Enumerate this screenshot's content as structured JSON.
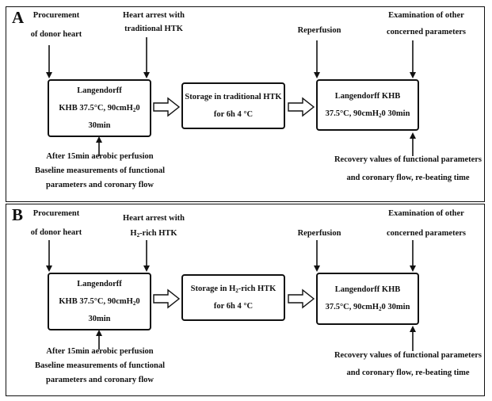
{
  "panels": [
    {
      "letter": "A",
      "top_left_lines": [
        "Procurement",
        "of donor heart"
      ],
      "arrest_lines_pre": "Heart arrest with",
      "arrest_line2": "traditional HTK",
      "box1": {
        "line1": "Langendorff",
        "line2a": "KHB 37.5°C, 90cmH",
        "line2sub": "2",
        "line2b": "0",
        "line3": "30min"
      },
      "box2": {
        "line1": "Storage in traditional HTK",
        "line2": "for 6h 4 °C"
      },
      "box3": {
        "line1": "Langendorff KHB",
        "line2a": "37.5°C, 90cmH",
        "line2sub": "2",
        "line2b": "0 30min"
      },
      "reperfusion": "Reperfusion",
      "exam_lines": [
        "Examination of other",
        "concerned parameters"
      ],
      "baseline_lines": [
        "After 15min aerobic perfusion",
        "Baseline measurements of functional",
        "parameters and coronary flow"
      ],
      "recovery_lines": [
        "Recovery values of functional parameters",
        "and coronary flow, re-beating time"
      ]
    },
    {
      "letter": "B",
      "top_left_lines": [
        "Procurement",
        "of donor heart"
      ],
      "arrest_lines_pre": "Heart arrest with",
      "arrest_line2a": "H",
      "arrest_line2sub": "2",
      "arrest_line2b": "-rich HTK",
      "box1": {
        "line1": "Langendorff",
        "line2a": "KHB 37.5°C, 90cmH",
        "line2sub": "2",
        "line2b": "0",
        "line3": "30min"
      },
      "box2": {
        "line1a": "Storage in H",
        "line1sub": "2",
        "line1b": "-rich HTK",
        "line2": "for 6h 4 °C"
      },
      "box3": {
        "line1": "Langendorff KHB",
        "line2a": "37.5°C, 90cmH",
        "line2sub": "2",
        "line2b": "0 30min"
      },
      "reperfusion": "Reperfusion",
      "exam_lines": [
        "Examination of other",
        "concerned parameters"
      ],
      "baseline_lines": [
        "After 15min aerobic perfusion",
        "Baseline measurements of functional",
        "parameters and coronary flow"
      ],
      "recovery_lines": [
        "Recovery values of functional parameters",
        "and coronary flow, re-beating time"
      ]
    }
  ]
}
